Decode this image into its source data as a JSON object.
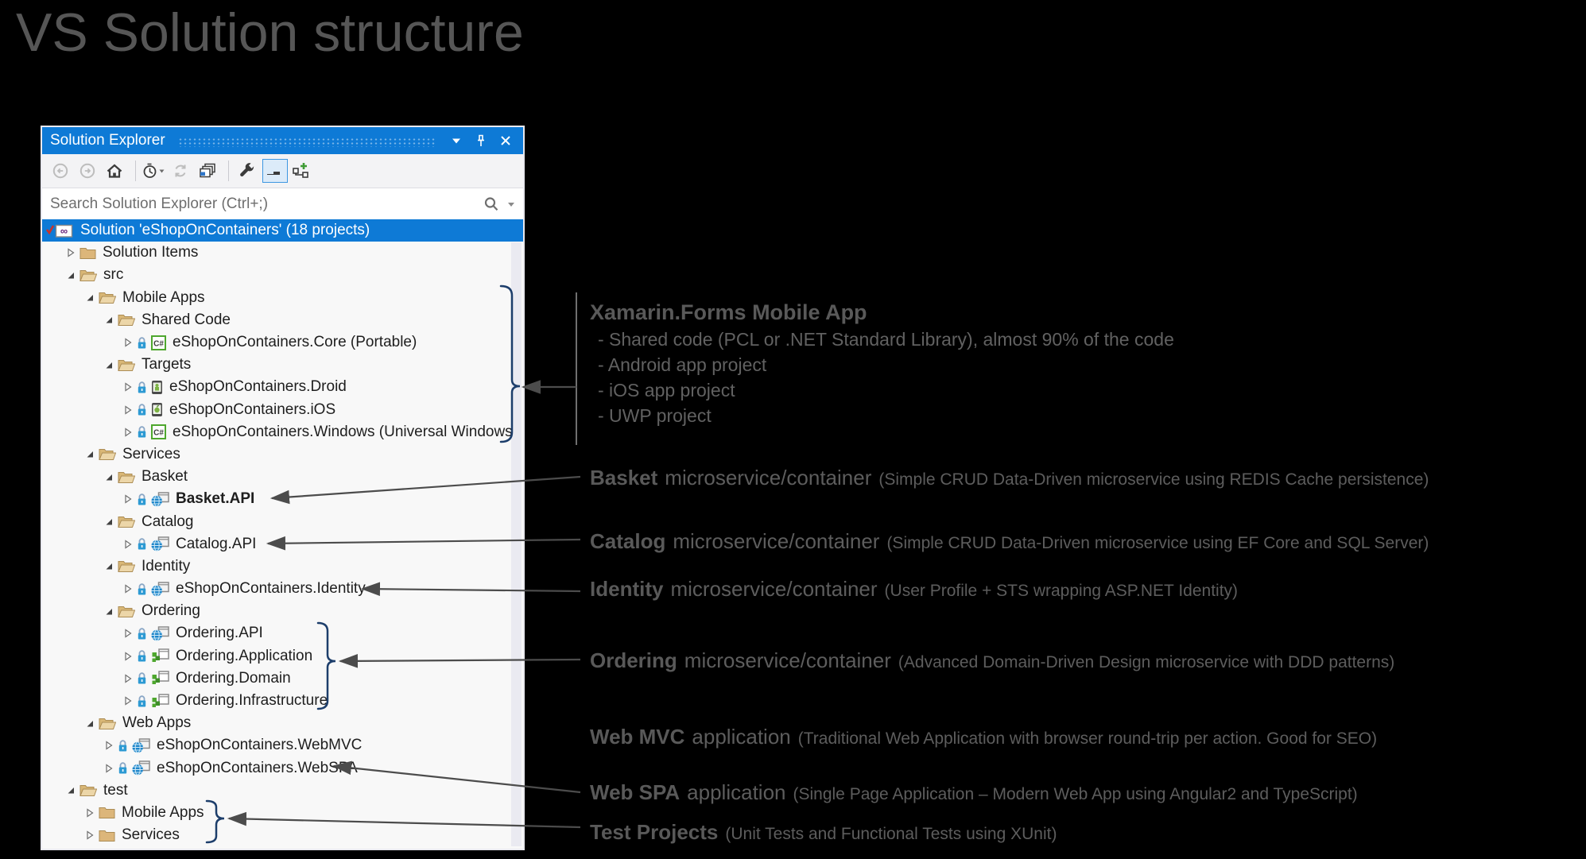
{
  "page": {
    "title": "VS Solution structure"
  },
  "panel": {
    "title": "Solution Explorer",
    "titlebar_icons": [
      "caret-down",
      "pin",
      "close"
    ],
    "toolbar": [
      "back",
      "forward",
      "home",
      "sep",
      "history",
      "refresh",
      "collapse-windows",
      "sep",
      "wrench",
      "preview-selected",
      "sync-branch"
    ],
    "toolbar_selected": "preview-selected",
    "search": {
      "placeholder": "Search Solution Explorer (Ctrl+;)"
    },
    "tree": [
      {
        "label": "Solution 'eShopOnContainers' (18 projects)",
        "level": 0,
        "icon": "vs-solution",
        "expander": "none",
        "selected": true
      },
      {
        "label": "Solution Items",
        "level": 1,
        "icon": "folder-closed",
        "expander": "collapsed"
      },
      {
        "label": "src",
        "level": 1,
        "icon": "folder-open",
        "expander": "expanded"
      },
      {
        "label": "Mobile Apps",
        "level": 2,
        "icon": "folder-open",
        "expander": "expanded"
      },
      {
        "label": "Shared Code",
        "level": 3,
        "icon": "folder-open",
        "expander": "expanded"
      },
      {
        "label": "eShopOnContainers.Core (Portable)",
        "level": 4,
        "icon": "csharp",
        "expander": "collapsed",
        "lock": true
      },
      {
        "label": "Targets",
        "level": 3,
        "icon": "folder-open",
        "expander": "expanded"
      },
      {
        "label": "eShopOnContainers.Droid",
        "level": 4,
        "icon": "android",
        "expander": "collapsed",
        "lock": true
      },
      {
        "label": "eShopOnContainers.iOS",
        "level": 4,
        "icon": "ios",
        "expander": "collapsed",
        "lock": true
      },
      {
        "label": "eShopOnContainers.Windows (Universal Windows)",
        "level": 4,
        "icon": "csharp",
        "expander": "collapsed",
        "lock": true
      },
      {
        "label": "Services",
        "level": 2,
        "icon": "folder-open",
        "expander": "expanded"
      },
      {
        "label": "Basket",
        "level": 3,
        "icon": "folder-open",
        "expander": "expanded"
      },
      {
        "label": "Basket.API",
        "level": 4,
        "icon": "web",
        "expander": "collapsed",
        "lock": true,
        "bold": true
      },
      {
        "label": "Catalog",
        "level": 3,
        "icon": "folder-open",
        "expander": "expanded"
      },
      {
        "label": "Catalog.API",
        "level": 4,
        "icon": "web",
        "expander": "collapsed",
        "lock": true
      },
      {
        "label": "Identity",
        "level": 3,
        "icon": "folder-open",
        "expander": "expanded"
      },
      {
        "label": "eShopOnContainers.Identity",
        "level": 4,
        "icon": "web",
        "expander": "collapsed",
        "lock": true
      },
      {
        "label": "Ordering",
        "level": 3,
        "icon": "folder-open",
        "expander": "expanded"
      },
      {
        "label": "Ordering.API",
        "level": 4,
        "icon": "web",
        "expander": "collapsed",
        "lock": true
      },
      {
        "label": "Ordering.Application",
        "level": 4,
        "icon": "classlib",
        "expander": "collapsed",
        "lock": true
      },
      {
        "label": "Ordering.Domain",
        "level": 4,
        "icon": "classlib",
        "expander": "collapsed",
        "lock": true
      },
      {
        "label": "Ordering.Infrastructure",
        "level": 4,
        "icon": "classlib",
        "expander": "collapsed",
        "lock": true
      },
      {
        "label": "Web Apps",
        "level": 2,
        "icon": "folder-open",
        "expander": "expanded"
      },
      {
        "label": "eShopOnContainers.WebMVC",
        "level": 3,
        "icon": "web",
        "expander": "collapsed",
        "lock": true
      },
      {
        "label": "eShopOnContainers.WebSPA",
        "level": 3,
        "icon": "web",
        "expander": "collapsed",
        "lock": true
      },
      {
        "label": "test",
        "level": 1,
        "icon": "folder-open",
        "expander": "expanded"
      },
      {
        "label": "Mobile Apps",
        "level": 2,
        "icon": "folder-closed",
        "expander": "collapsed"
      },
      {
        "label": "Services",
        "level": 2,
        "icon": "folder-closed",
        "expander": "collapsed"
      }
    ]
  },
  "annotations": [
    {
      "title": "Xamarin.Forms Mobile App",
      "bullets": [
        "- Shared code (PCL or .NET Standard Library), almost 90% of the code",
        "- Android app project",
        "- iOS app project",
        "- UWP project"
      ]
    },
    {
      "bold": "Basket",
      "mid": "microservice/container",
      "paren": "(Simple CRUD Data-Driven microservice using REDIS Cache persistence)"
    },
    {
      "bold": "Catalog",
      "mid": "microservice/container",
      "paren": "(Simple CRUD Data-Driven microservice using EF Core and SQL Server)"
    },
    {
      "bold": "Identity",
      "mid": "microservice/container",
      "paren": "(User Profile + STS wrapping ASP.NET Identity)"
    },
    {
      "bold": "Ordering",
      "mid": "microservice/container",
      "paren": "(Advanced Domain-Driven Design microservice with DDD patterns)"
    },
    {
      "bold": "Web MVC",
      "mid": "application",
      "paren": "(Traditional Web Application with browser round-trip per action. Good for SEO)"
    },
    {
      "bold": "Web SPA",
      "mid": "application",
      "paren": "(Single Page Application – Modern Web App using Angular2 and TypeScript)"
    },
    {
      "bold": "Test Projects",
      "mid": "",
      "paren": "(Unit Tests and Functional Tests using XUnit)"
    }
  ]
}
